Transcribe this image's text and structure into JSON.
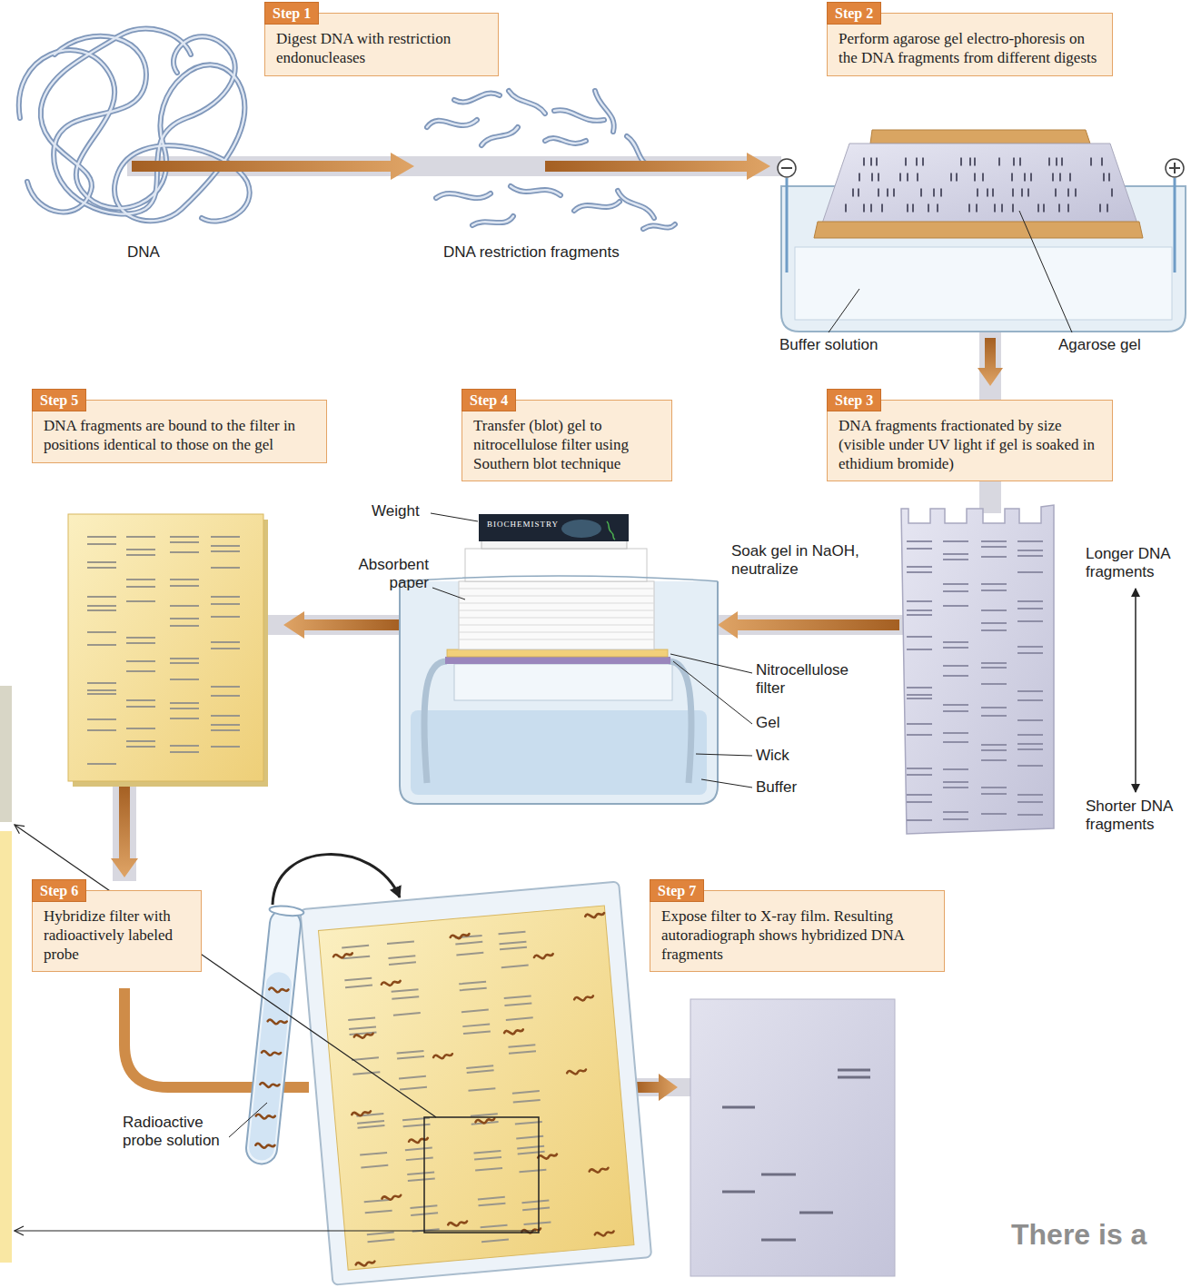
{
  "diagram": {
    "nodes": [
      {
        "text": [
          "Step 1",
          "Digest DNA with restriction endonucleases"
        ]
      },
      {
        "text": [
          "Step 2",
          "Perform agarose gel electro-phoresis on the DNA fragments from different digests"
        ]
      },
      {
        "text": [
          "Step 3",
          "DNA fragments fractionated by size (visible under UV light if gel is soaked in ethidium bromide)"
        ]
      },
      {
        "text": [
          "Step 4",
          "Transfer (blot) gel to nitrocellulose filter using Southern blot technique"
        ]
      },
      {
        "text": [
          "Step 5",
          "DNA fragments are bound to the filter in positions identical to those on the gel"
        ]
      },
      {
        "text": [
          "Step 6",
          "Hybridize filter with radioactively labeled probe"
        ]
      },
      {
        "text": [
          "Step 7",
          "Expose filter to X-ray film. Resulting autoradiograph shows hybridized DNA fragments"
        ]
      }
    ],
    "labels": [
      "DNA",
      "DNA restriction fragments",
      "Buffer solution",
      "Agarose gel",
      "Longer DNA fragments",
      "Shorter DNA fragments",
      "Soak gel in NaOH, neutralize",
      "Weight",
      "Absorbent paper",
      "BIOCHEMISTRY",
      "Nitrocellulose filter",
      "Gel",
      "Wick",
      "Buffer",
      "Radioactive probe solution",
      "There is a"
    ]
  }
}
